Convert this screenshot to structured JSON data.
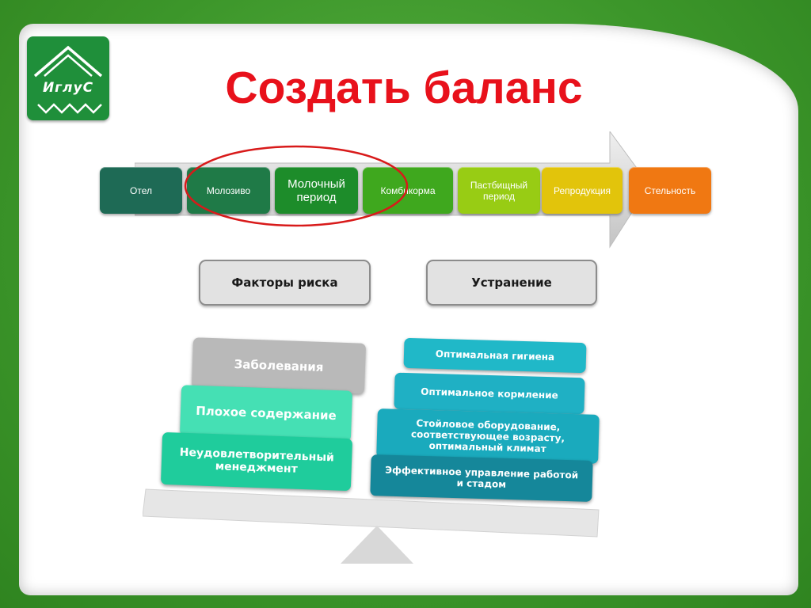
{
  "logo": {
    "text": "ИглуС"
  },
  "title": "Создать баланс",
  "stages": [
    {
      "label": "Отел",
      "color": "#1e6a55"
    },
    {
      "label": "Молозиво",
      "color": "#1f7a47"
    },
    {
      "label": "Молочный период",
      "color": "#1d8c2a"
    },
    {
      "label": "Комбикорма",
      "color": "#3fa81e"
    },
    {
      "label": "Пастбищный период",
      "color": "#98cc14"
    },
    {
      "label": "Репродукция",
      "color": "#e2c40b"
    },
    {
      "label": "Стельность",
      "color": "#f07812"
    }
  ],
  "headings": {
    "risk": "Факторы риска",
    "solution": "Устранение"
  },
  "risk_factors": [
    {
      "text": "Заболевания",
      "color": "#b9b9b9"
    },
    {
      "text": "Плохое содержание",
      "color": "#45e0b4"
    },
    {
      "text": "Неудовлетворительный менеджмент",
      "color": "#1fcc9c"
    }
  ],
  "solutions": [
    {
      "text": "Оптимальная гигиена",
      "color": "#20b8c8"
    },
    {
      "text": "Оптимальное кормление",
      "color": "#1fb0c4"
    },
    {
      "text": "Стойловое оборудование, соответствующее возрасту, оптимальный климат",
      "color": "#1aaabd"
    },
    {
      "text": "Эффективное управление работой и стадом",
      "color": "#15879a"
    }
  ]
}
